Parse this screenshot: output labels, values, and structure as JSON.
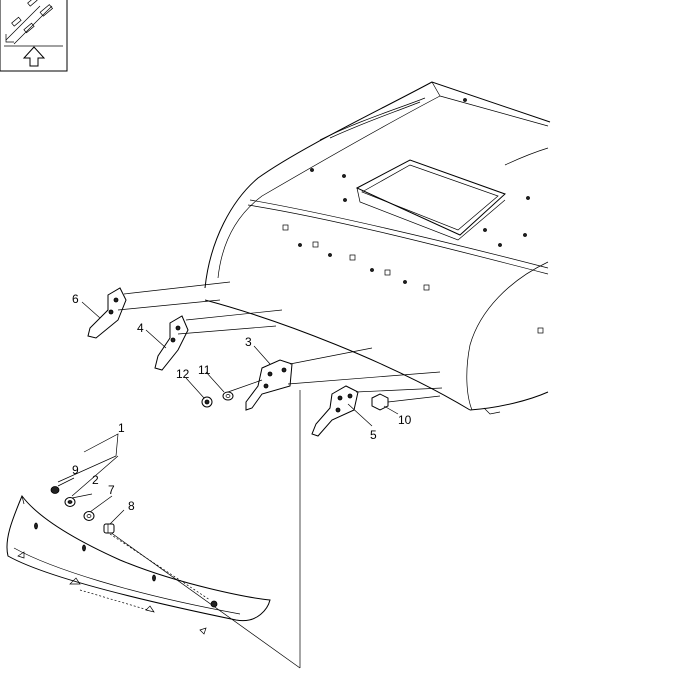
{
  "callouts": {
    "c1": "1",
    "c2": "2",
    "c3": "3",
    "c4": "4",
    "c5": "5",
    "c6": "6",
    "c7": "7",
    "c8": "8",
    "c9": "9",
    "c10": "10",
    "c11": "11",
    "c12": "12"
  },
  "nav": {
    "orientation_icon": "view-orientation-icon",
    "up_arrow_icon": "up-arrow-icon"
  },
  "colors": {
    "line": "#000000",
    "background": "#ffffff"
  }
}
